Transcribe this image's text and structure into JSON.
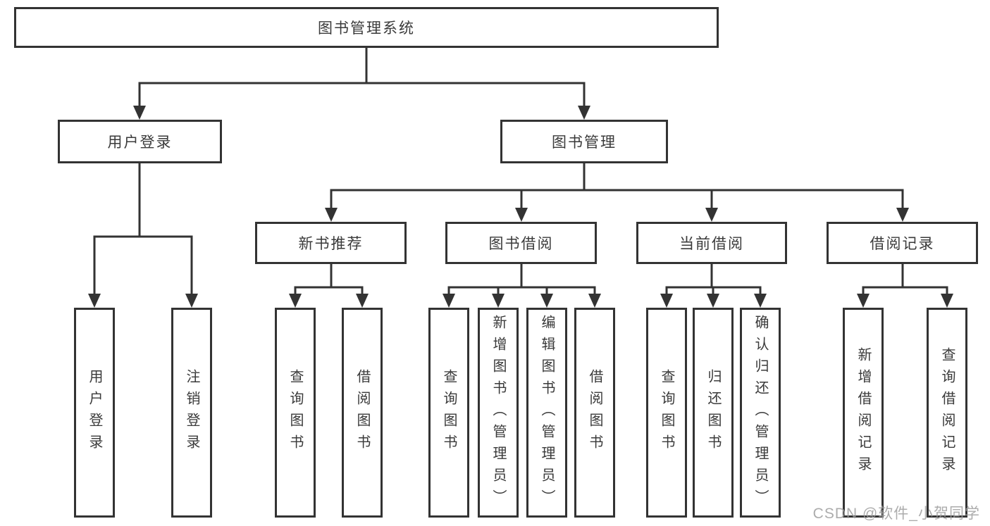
{
  "colors": {
    "background": "#ffffff",
    "line": "#333333",
    "box_border": "#333333",
    "text": "#3a3a3a",
    "watermark": "#9e9e9e"
  },
  "tree": {
    "root": {
      "label": "图书管理系统",
      "children": [
        {
          "label": "用户登录",
          "children": [
            {
              "label": "用户登录"
            },
            {
              "label": "注销登录"
            }
          ]
        },
        {
          "label": "图书管理",
          "children": [
            {
              "label": "新书推荐",
              "children": [
                {
                  "label": "查询图书"
                },
                {
                  "label": "借阅图书"
                }
              ]
            },
            {
              "label": "图书借阅",
              "children": [
                {
                  "label": "查询图书"
                },
                {
                  "label": "新增图书（管理员）"
                },
                {
                  "label": "编辑图书（管理员）"
                },
                {
                  "label": "借阅图书"
                }
              ]
            },
            {
              "label": "当前借阅",
              "children": [
                {
                  "label": "查询图书"
                },
                {
                  "label": "归还图书"
                },
                {
                  "label": "确认归还（管理员）"
                }
              ]
            },
            {
              "label": "借阅记录",
              "children": [
                {
                  "label": "新增借阅记录"
                },
                {
                  "label": "查询借阅记录"
                }
              ]
            }
          ]
        }
      ]
    }
  },
  "watermark": {
    "text": "CSDN @软件_小贺同学"
  }
}
